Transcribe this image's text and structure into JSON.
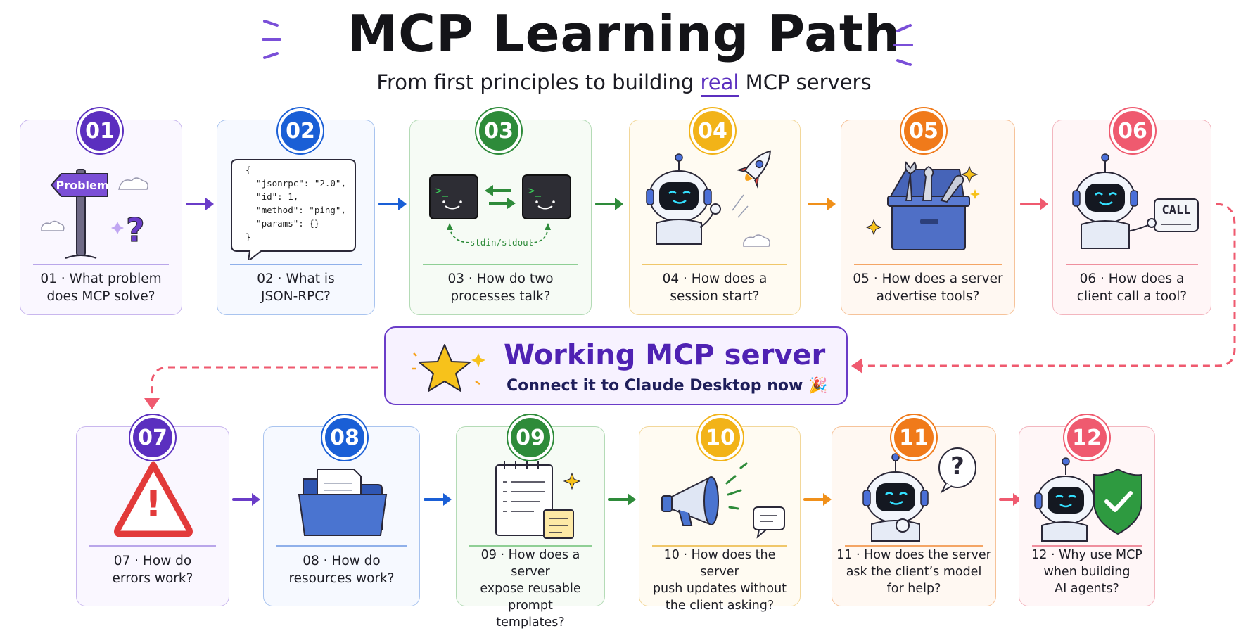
{
  "header": {
    "title": "MCP Learning Path",
    "subtitle_pre": "From first principles to building ",
    "subtitle_highlight": "real",
    "subtitle_post": " MCP servers"
  },
  "colors": {
    "purple": "#5b2fbf",
    "blue": "#1a5fd6",
    "green": "#2e8b3a",
    "yellow": "#f2b318",
    "orange": "#f07a1a",
    "red": "#ef5a6f"
  },
  "steps": [
    {
      "num": "01",
      "label": "01 · What problem\ndoes MCP solve?",
      "sign_text": "Problem",
      "question_mark": "?"
    },
    {
      "num": "02",
      "label": "02 · What is\nJSON-RPC?",
      "code": "{\n  \"jsonrpc\": \"2.0\",\n  \"id\": 1,\n  \"method\": \"ping\",\n  \"params\": {}\n}"
    },
    {
      "num": "03",
      "label": "03 · How do two\nprocesses talk?",
      "prompt": ">_",
      "pipe_label": "stdin/stdout"
    },
    {
      "num": "04",
      "label": "04 · How does a\nsession start?"
    },
    {
      "num": "05",
      "label": "05 · How does a server\nadvertise tools?"
    },
    {
      "num": "06",
      "label": "06 · How does a\nclient call a tool?",
      "call_text": "CALL"
    },
    {
      "num": "07",
      "label": "07 · How do\nerrors work?",
      "alert_mark": "!"
    },
    {
      "num": "08",
      "label": "08 · How do\nresources work?"
    },
    {
      "num": "09",
      "label": "09 · How does a server\nexpose reusable prompt\ntemplates?"
    },
    {
      "num": "10",
      "label": "10 · How does the server\npush updates without\nthe client asking?"
    },
    {
      "num": "11",
      "label": "11 · How does the server\nask the client’s model\nfor help?",
      "question_mark": "?"
    },
    {
      "num": "12",
      "label": "12 · Why use MCP\nwhen building\nAI agents?"
    }
  ],
  "banner": {
    "title": "Working MCP server",
    "subtitle": "Connect it to Claude Desktop now 🎉"
  }
}
